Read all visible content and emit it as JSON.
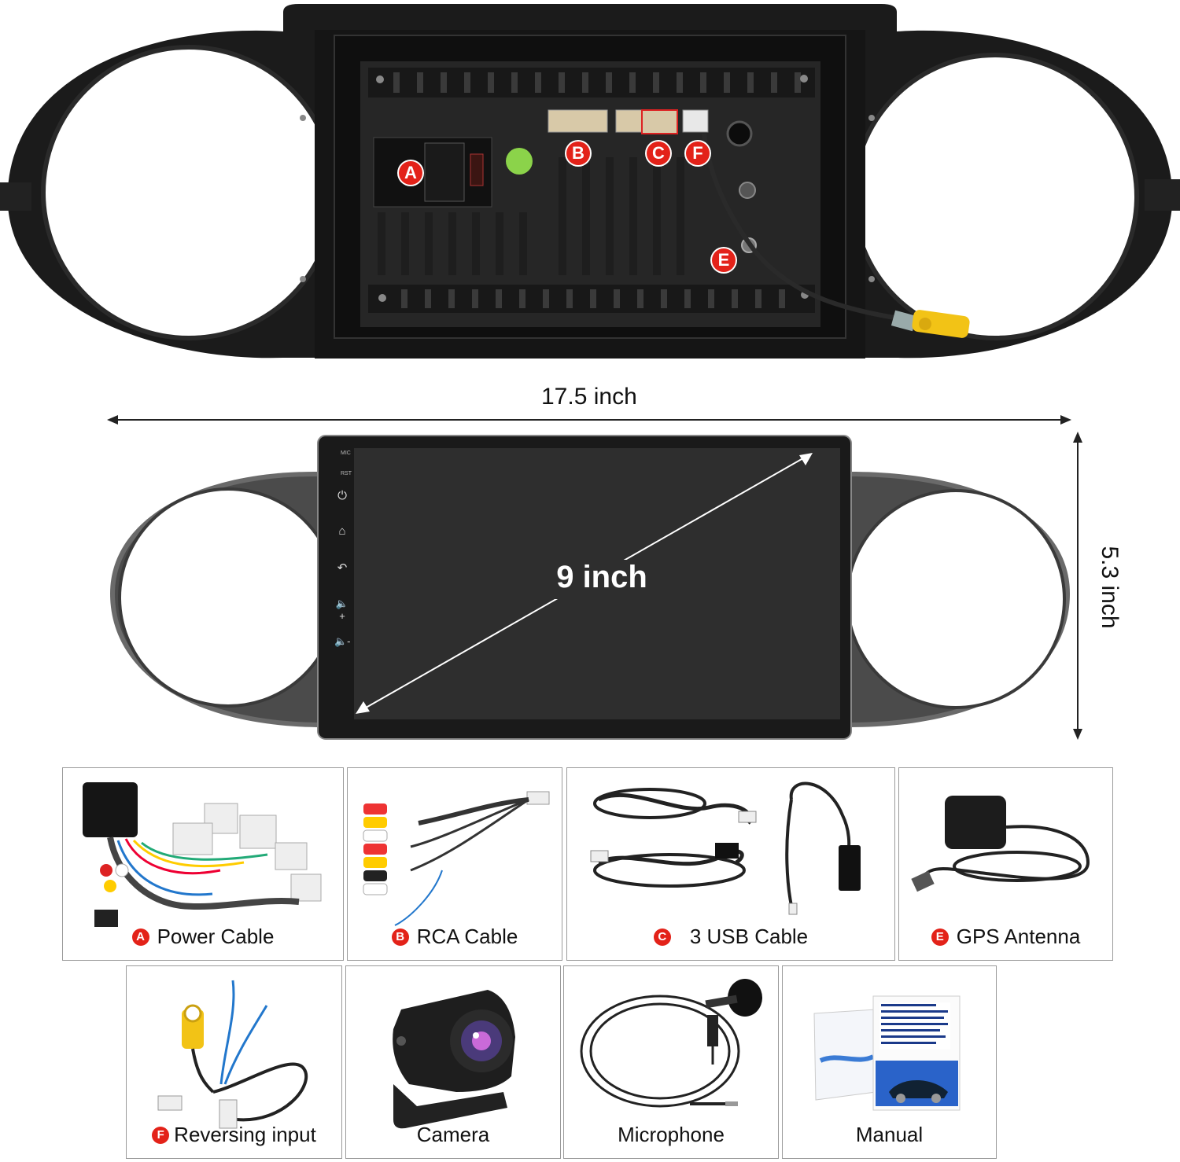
{
  "back_view": {
    "callouts": {
      "a": "A",
      "b": "B",
      "c": "C",
      "f": "F",
      "e": "E"
    }
  },
  "dimensions": {
    "width_label": "17.5 inch",
    "height_label": "5.3 inch",
    "screen_label": "9 inch"
  },
  "front_view": {
    "side_buttons": {
      "mic": "MIC",
      "rst": "RST"
    },
    "icons": [
      "power-icon",
      "home-icon",
      "back-icon",
      "volume-up-icon",
      "volume-down-icon"
    ]
  },
  "accessories_row1": [
    {
      "badge": "A",
      "label": "Power Cable"
    },
    {
      "badge": "B",
      "label": "RCA Cable"
    },
    {
      "badge": "C",
      "label": "3 USB Cable"
    },
    {
      "badge": "E",
      "label": "GPS Antenna"
    }
  ],
  "accessories_row2": [
    {
      "badge": "F",
      "label": "Reversing input"
    },
    {
      "badge": "",
      "label": "Camera"
    },
    {
      "badge": "",
      "label": "Microphone"
    },
    {
      "badge": "",
      "label": "Manual"
    }
  ],
  "colors": {
    "badge_red": "#e32219",
    "frame_black": "#1b1b1b",
    "screen": "#2c2c2c"
  }
}
